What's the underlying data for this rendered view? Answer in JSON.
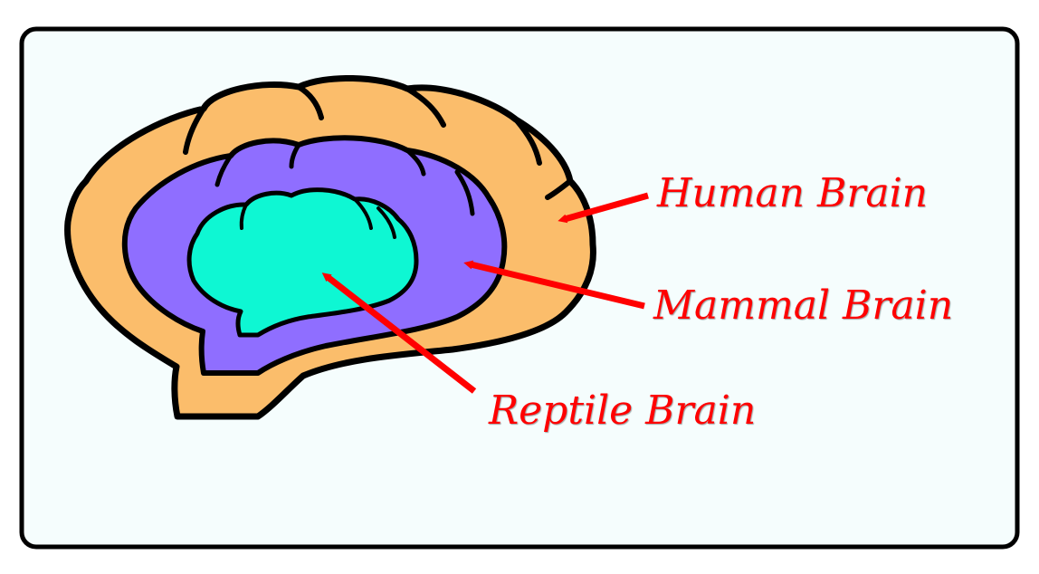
{
  "labels": {
    "human": "Human Brain",
    "mammal": "Mammal Brain",
    "reptile": "Reptile Brain"
  },
  "colors": {
    "frame_fill": "#f5fdfd",
    "frame_stroke": "#000000",
    "human_brain": "#fbbd6b",
    "mammal_brain": "#8f6eff",
    "reptile_brain": "#0ef7d3",
    "outline": "#000000",
    "arrow": "#ff0000",
    "label_text": "#ff0000"
  }
}
